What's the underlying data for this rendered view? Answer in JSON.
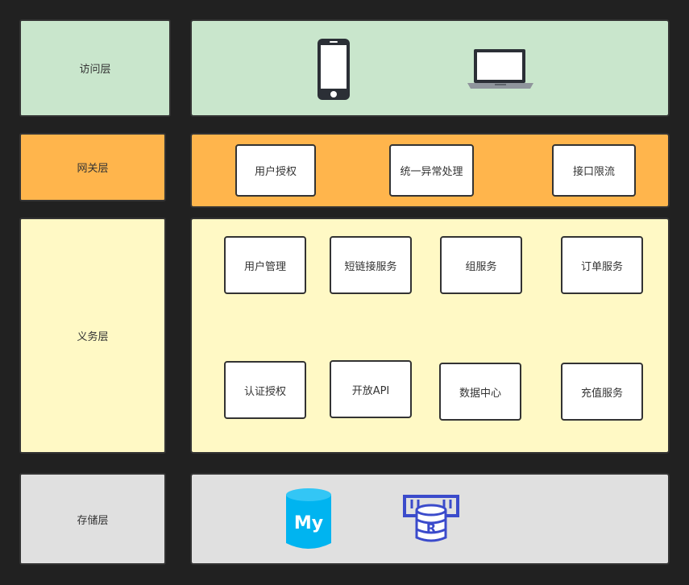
{
  "layers": {
    "access": {
      "label": "访问层"
    },
    "gateway": {
      "label": "网关层",
      "items": [
        "用户授权",
        "统一异常处理",
        "接口限流"
      ]
    },
    "business": {
      "label": "义务层",
      "items": [
        "用户管理",
        "短链接服务",
        "组服务",
        "订单服务",
        "认证授权",
        "开放API",
        "数据中心",
        "充值服务"
      ]
    },
    "storage": {
      "label": "存储层"
    }
  },
  "icons": {
    "phone": "mobile-phone-icon",
    "laptop": "laptop-icon",
    "mysql": "mysql-database-icon",
    "redis": "redis-cache-icon",
    "mysql_text": "My",
    "redis_text": "R"
  },
  "colors": {
    "access": "#c9e6cc",
    "gateway": "#ffb54c",
    "business": "#fff9c5",
    "storage": "#e0e0e0",
    "mysql": "#00b4f0",
    "redis": "#3b4bcb"
  }
}
